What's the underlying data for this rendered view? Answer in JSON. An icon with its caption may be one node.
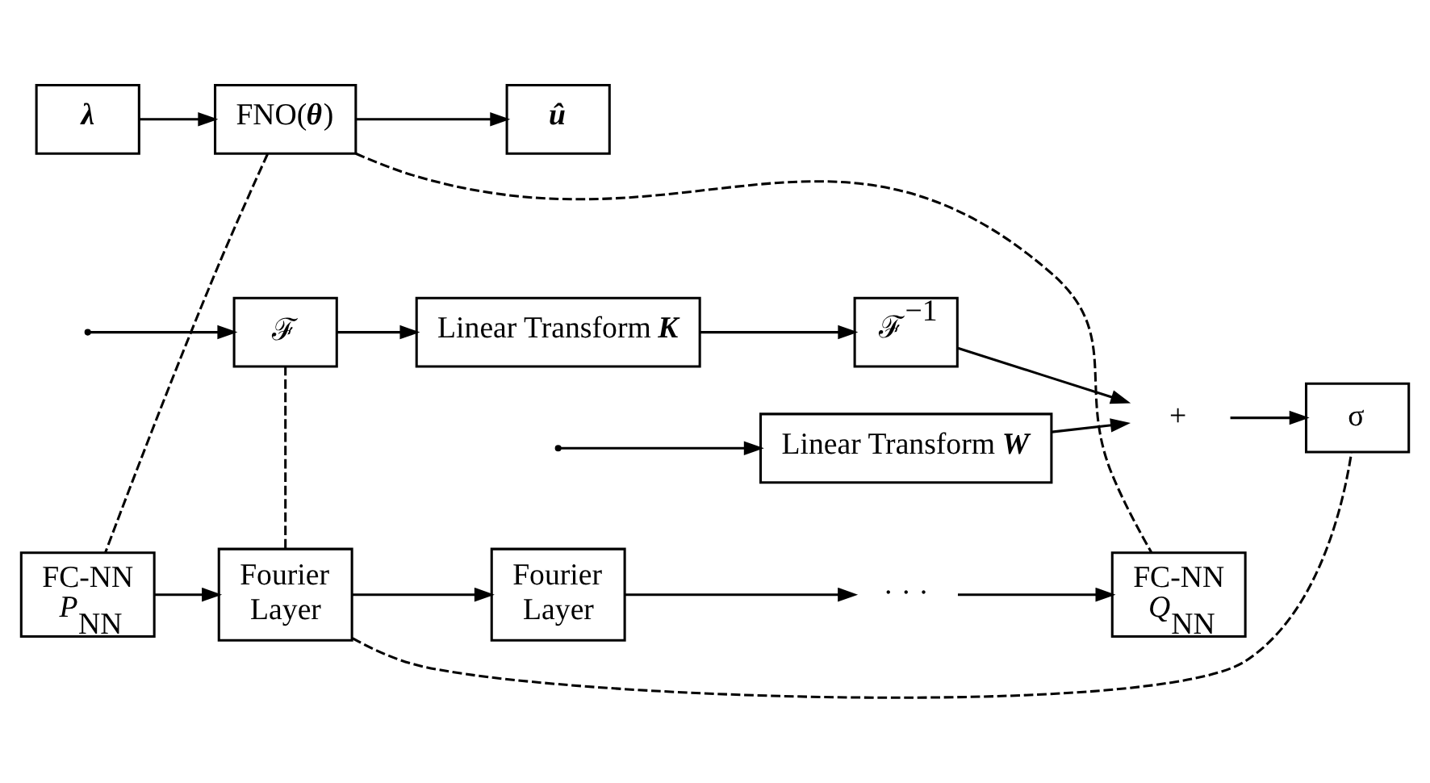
{
  "diagram": {
    "nodes": [
      {
        "text": [
          "λ"
        ]
      },
      {
        "text": [
          "FNO(**θ**)"
        ]
      },
      {
        "text": [
          "û"
        ]
      },
      {
        "text": [
          "FC-NN *P*$_{NN}$"
        ]
      },
      {
        "text": [
          "Fourier Layer"
        ]
      },
      {
        "text": [
          "Fourier Layer"
        ]
      },
      {
        "text": [
          "· · ·"
        ]
      },
      {
        "text": [
          "FC-NN *Q*$_{NN}$"
        ]
      },
      {
        "text": [
          "ℱ"
        ]
      },
      {
        "text": [
          "Linear Transform **K**"
        ]
      },
      {
        "text": [
          "ℱ$^{−1}$"
        ]
      },
      {
        "text": [
          "+"
        ]
      },
      {
        "text": [
          "σ"
        ]
      },
      {
        "text": [
          "Linear Transform **W**"
        ]
      }
    ],
    "edges": [
      {
        "from": 0,
        "to": 1,
        "arrow": "to"
      },
      {
        "from": 1,
        "to": 2,
        "arrow": "to"
      },
      {
        "from": 1,
        "to": 3,
        "arrow": "none",
        "style": "dashed"
      },
      {
        "from": 1,
        "to": 7,
        "arrow": "none",
        "style": "dashed"
      },
      {
        "from": 3,
        "to": 4,
        "arrow": "to"
      },
      {
        "from": 4,
        "to": 5,
        "arrow": "to"
      },
      {
        "from": 5,
        "to": 6,
        "arrow": "to"
      },
      {
        "from": 6,
        "to": 7,
        "arrow": "to"
      },
      {
        "from": 4,
        "to": 8,
        "arrow": "none",
        "style": "dashed"
      },
      {
        "from": 4,
        "to": 12,
        "arrow": "none",
        "style": "dashed"
      },
      {
        "from": null,
        "to": 8,
        "arrow": "to"
      },
      {
        "from": null,
        "to": 13,
        "arrow": "to"
      },
      {
        "from": 8,
        "to": 9,
        "arrow": "to"
      },
      {
        "from": 9,
        "to": 10,
        "arrow": "to"
      },
      {
        "from": 10,
        "to": 11,
        "arrow": "to"
      },
      {
        "from": 13,
        "to": 11,
        "arrow": "to"
      },
      {
        "from": 11,
        "to": 12,
        "arrow": "to"
      }
    ]
  }
}
